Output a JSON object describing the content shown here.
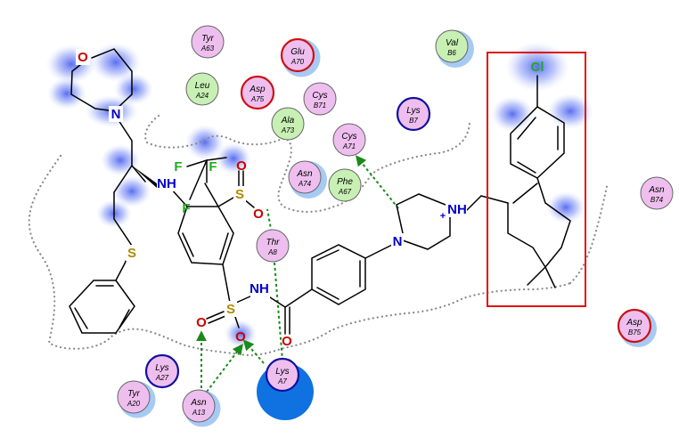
{
  "colors": {
    "acidic": "#cc1111",
    "basic": "#1010a0",
    "polar_fill": "#eebfee",
    "hydrophobic_fill": "#c8f0b4",
    "oxygen": "#cc0000",
    "nitrogen": "#0000cc",
    "sulfur": "#b08a00",
    "halogen": "#22aa22",
    "hbond": "#1a8a1a",
    "highlight_box": "#e01010",
    "exposure_halo": "#4a6cf0"
  },
  "atoms": {
    "o_morpholine": "O",
    "n_morpholine": "N",
    "nh_amine": "NH",
    "s_thioether": "S",
    "f1": "F",
    "f2": "F",
    "f3": "F",
    "s_sulfonyl_top": "S",
    "o_sulfonyl_1": "O",
    "o_sulfonyl_2": "O",
    "s_sulfonamide": "S",
    "o_sulfonamide_1": "O",
    "o_sulfonamide_2": "O",
    "nh_sulfonamide": "NH",
    "o_carbonyl": "O",
    "n_piperazine": "N",
    "nh_piperazine": "NH",
    "plus_charge": "+",
    "cl": "Cl"
  },
  "residues": [
    {
      "id": "tyr-a63",
      "name": "Tyr",
      "chain": "A63",
      "kind": "polar"
    },
    {
      "id": "glu-a70",
      "name": "Glu",
      "chain": "A70",
      "kind": "acidic"
    },
    {
      "id": "val-b6",
      "name": "Val",
      "chain": "B6",
      "kind": "hydrophobic"
    },
    {
      "id": "leu-a24",
      "name": "Leu",
      "chain": "A24",
      "kind": "hydrophobic"
    },
    {
      "id": "asp-a75",
      "name": "Asp",
      "chain": "A75",
      "kind": "acidic"
    },
    {
      "id": "cys-b71",
      "name": "Cys",
      "chain": "B71",
      "kind": "polar"
    },
    {
      "id": "lys-b7",
      "name": "Lys",
      "chain": "B7",
      "kind": "basic"
    },
    {
      "id": "ala-a73",
      "name": "Ala",
      "chain": "A73",
      "kind": "hydrophobic"
    },
    {
      "id": "cys-a71",
      "name": "Cys",
      "chain": "A71",
      "kind": "polar"
    },
    {
      "id": "asn-a74",
      "name": "Asn",
      "chain": "A74",
      "kind": "polar"
    },
    {
      "id": "phe-a67",
      "name": "Phe",
      "chain": "A67",
      "kind": "hydrophobic"
    },
    {
      "id": "thr-a8",
      "name": "Thr",
      "chain": "A8",
      "kind": "polar"
    },
    {
      "id": "asn-b74",
      "name": "Asn",
      "chain": "B74",
      "kind": "polar"
    },
    {
      "id": "asp-b75",
      "name": "Asp",
      "chain": "B75",
      "kind": "acidic"
    },
    {
      "id": "lys-a27",
      "name": "Lys",
      "chain": "A27",
      "kind": "basic"
    },
    {
      "id": "lys-a7",
      "name": "Lys",
      "chain": "A7",
      "kind": "basic"
    },
    {
      "id": "tyr-a20",
      "name": "Tyr",
      "chain": "A20",
      "kind": "polar"
    },
    {
      "id": "asn-a13",
      "name": "Asn",
      "chain": "A13",
      "kind": "polar"
    }
  ]
}
